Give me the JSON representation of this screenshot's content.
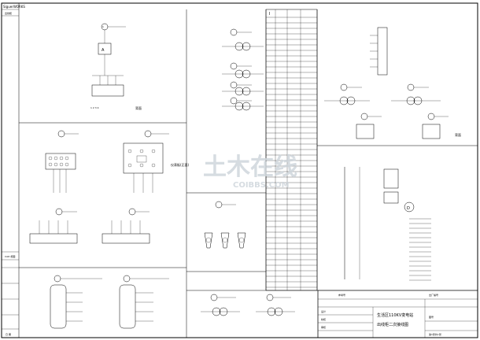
{
  "title_block": {
    "project": "生活区110KV变电站",
    "drawing_title": "出线柜二次接线图",
    "label_left_top": "SiguerWORKS",
    "label_left_2": "出线柜",
    "label_left_3": "CAD 视图",
    "label_date": "日 期",
    "label_ref": "参考号",
    "label_factory": "出厂编号",
    "label_scale": "比例",
    "label_approve": "审核",
    "label_check": "校核",
    "label_design": "设计",
    "label_drawing_no": "图号",
    "label_sheet": "第1张共1张"
  },
  "panel_labels": {
    "front": "背面",
    "rear": "背面",
    "instrument": "仪表板(正面)"
  },
  "terminal_header": "I",
  "d_label": "D",
  "watermark": {
    "cn": "土木在线",
    "en": "COIBBS.COM"
  },
  "colors": {
    "line": "#000000",
    "watermark": "#cfd6dc"
  }
}
